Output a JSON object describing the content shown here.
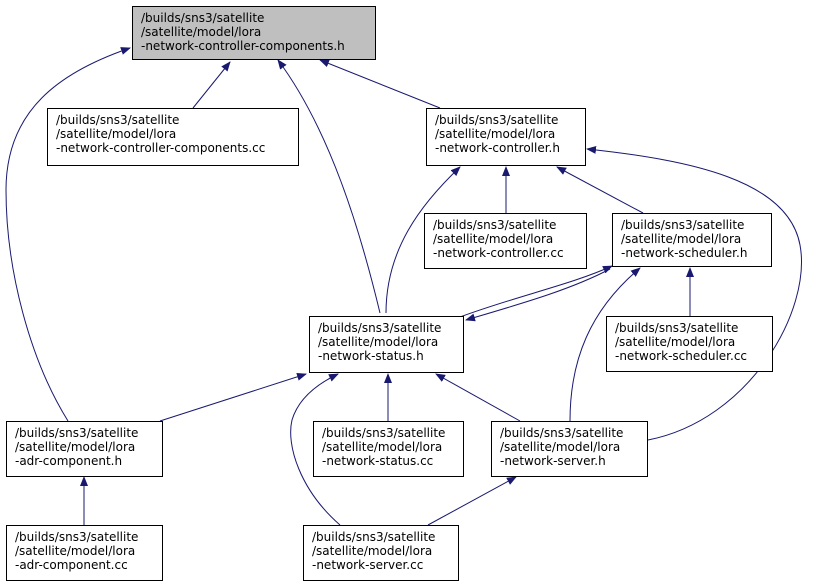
{
  "graph": {
    "edge_color": "#191970",
    "node_fill": "#ffffff",
    "current_fill": "#bfbfbf",
    "nodes": {
      "components_h": [
        "/builds/sns3/satellite",
        "/satellite/model/lora",
        "-network-controller-components.h"
      ],
      "components_cc": [
        "/builds/sns3/satellite",
        "/satellite/model/lora",
        "-network-controller-components.cc"
      ],
      "controller_h": [
        "/builds/sns3/satellite",
        "/satellite/model/lora",
        "-network-controller.h"
      ],
      "controller_cc": [
        "/builds/sns3/satellite",
        "/satellite/model/lora",
        "-network-controller.cc"
      ],
      "scheduler_h": [
        "/builds/sns3/satellite",
        "/satellite/model/lora",
        "-network-scheduler.h"
      ],
      "status_h": [
        "/builds/sns3/satellite",
        "/satellite/model/lora",
        "-network-status.h"
      ],
      "scheduler_cc": [
        "/builds/sns3/satellite",
        "/satellite/model/lora",
        "-network-scheduler.cc"
      ],
      "adr_h": [
        "/builds/sns3/satellite",
        "/satellite/model/lora",
        "-adr-component.h"
      ],
      "status_cc": [
        "/builds/sns3/satellite",
        "/satellite/model/lora",
        "-network-status.cc"
      ],
      "server_h": [
        "/builds/sns3/satellite",
        "/satellite/model/lora",
        "-network-server.h"
      ],
      "adr_cc": [
        "/builds/sns3/satellite",
        "/satellite/model/lora",
        "-adr-component.cc"
      ],
      "server_cc": [
        "/builds/sns3/satellite",
        "/satellite/model/lora",
        "-network-server.cc"
      ]
    }
  }
}
